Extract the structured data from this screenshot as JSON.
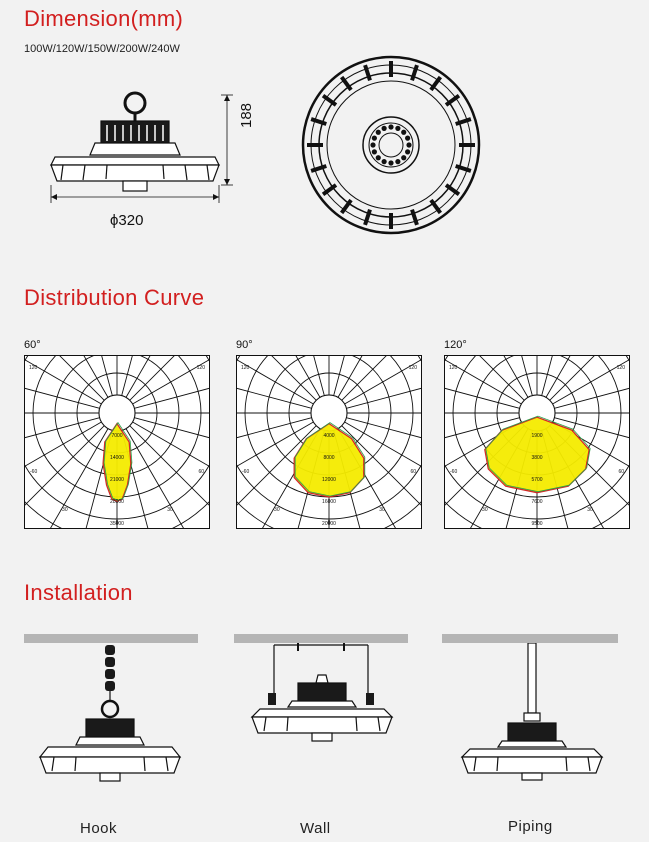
{
  "dimension": {
    "title": "Dimension(mm)",
    "models": "100W/120W/150W/200W/240W",
    "height": "188",
    "diameter": "ϕ320"
  },
  "distribution": {
    "title": "Distribution Curve",
    "curves": [
      {
        "angle_label": "60°",
        "outer_left": "120",
        "outer_right": "120",
        "side_left": "-60",
        "side_right": "60",
        "bottom_left": "-30",
        "bottom_right": "30",
        "zero": "0",
        "rings": [
          "7000",
          "14000",
          "21000",
          "28000",
          "35000"
        ]
      },
      {
        "angle_label": "90°",
        "outer_left": "120",
        "outer_right": "120",
        "side_left": "-60",
        "side_right": "60",
        "bottom_left": "-30",
        "bottom_right": "30",
        "zero": "0",
        "rings": [
          "4000",
          "8000",
          "12000",
          "16000",
          "20000"
        ]
      },
      {
        "angle_label": "120°",
        "outer_left": "120",
        "outer_right": "120",
        "side_left": "-60",
        "side_right": "60",
        "bottom_left": "-30",
        "bottom_right": "30",
        "zero": "0",
        "rings": [
          "1900",
          "3800",
          "5700",
          "7600",
          "9500"
        ]
      }
    ],
    "fill_color": "#f5ec00",
    "outline_color": "#d21f1f",
    "inner_outline_color": "#2aa24a"
  },
  "installation": {
    "title": "Installation",
    "methods": [
      "Hook",
      "Wall",
      "Piping"
    ]
  },
  "colors": {
    "accent": "#d21f1f",
    "background": "#f2f2f2",
    "ceiling": "#b5b5b5"
  }
}
